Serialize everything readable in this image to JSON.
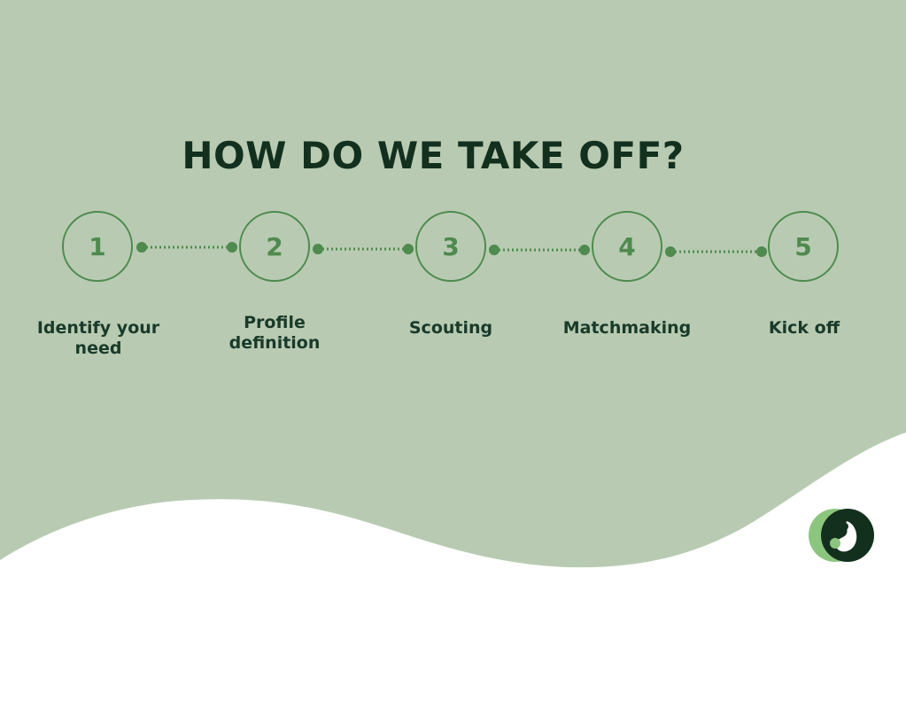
{
  "title": "HOW DO WE TAKE OFF?",
  "steps": [
    {
      "number": "1",
      "label": "Identify your need"
    },
    {
      "number": "2",
      "label": "Profile definition"
    },
    {
      "number": "3",
      "label": "Scouting"
    },
    {
      "number": "4",
      "label": "Matchmaking"
    },
    {
      "number": "5",
      "label": "Kick off"
    }
  ],
  "colors": {
    "background": "#b8cbb2",
    "accent": "#4f8a4f",
    "title": "#13301f",
    "label": "#1a3a2a",
    "page": "#ffffff"
  },
  "logo": {
    "icon": "brand-logo-icon"
  }
}
